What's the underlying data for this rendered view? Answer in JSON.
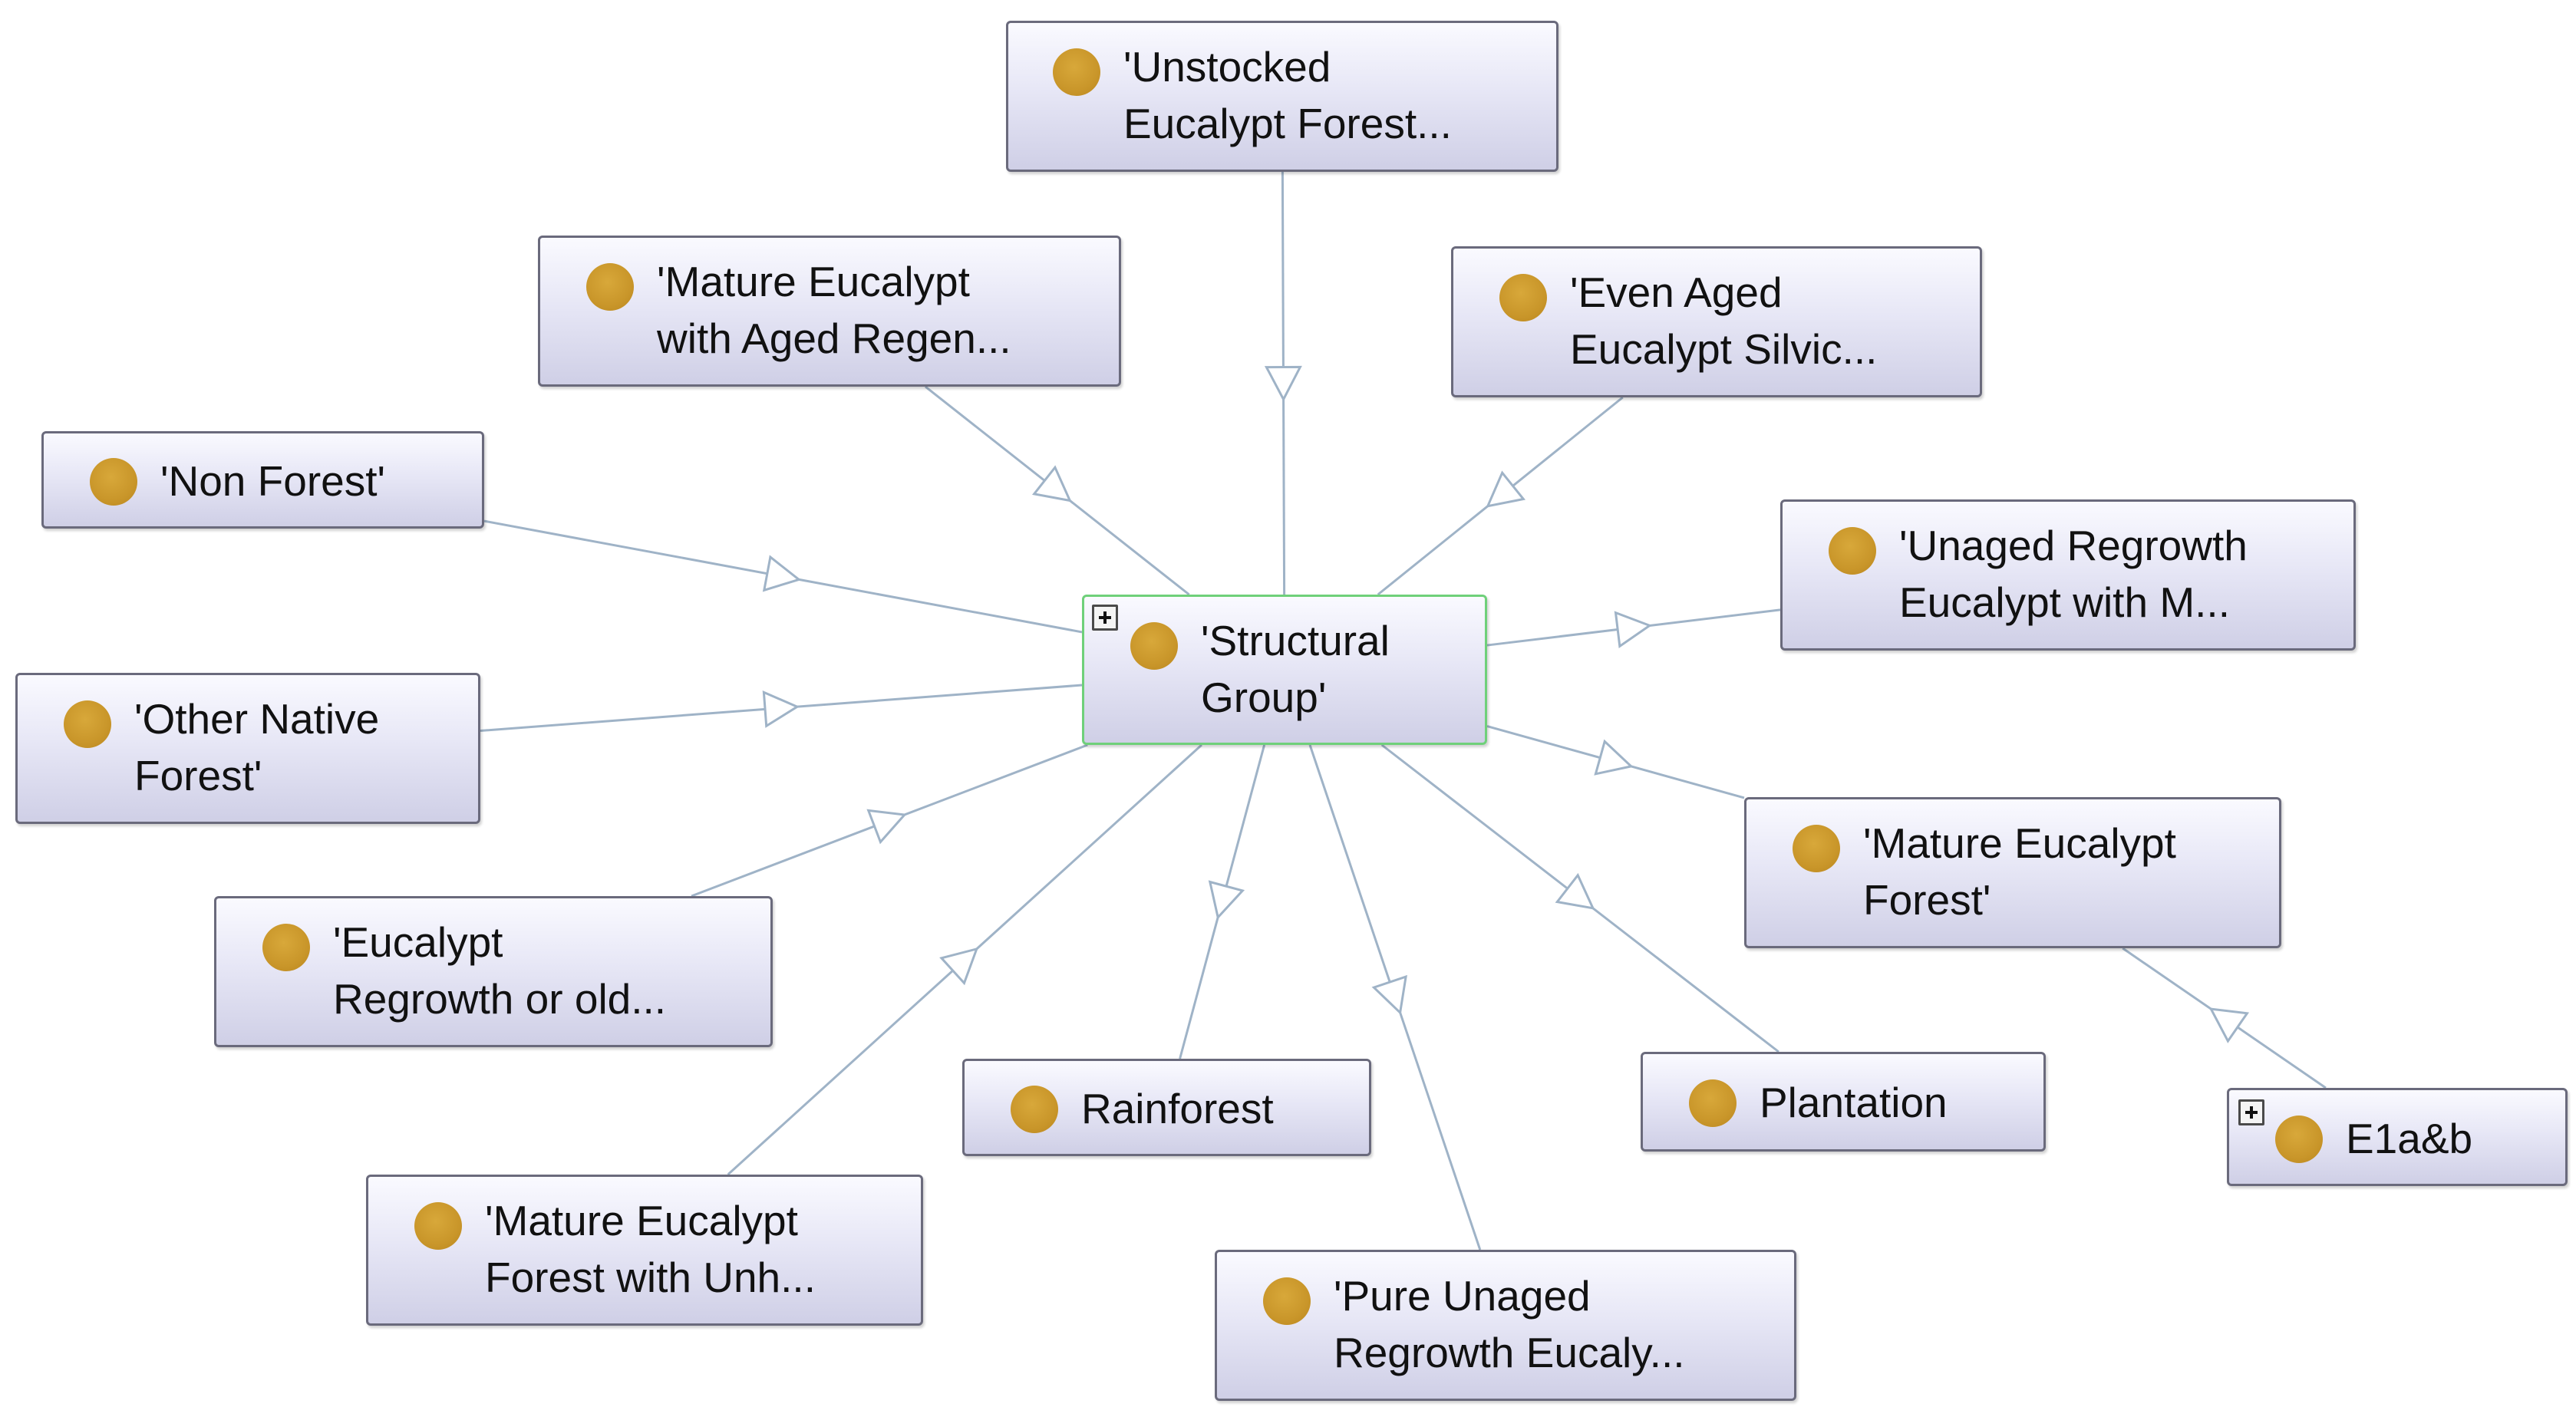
{
  "diagram": {
    "center": "structural-group",
    "colors": {
      "edge": "#9fb3c7",
      "node_border": "#6a6a7c",
      "focus_border": "#6fd07a",
      "class_dot": "#c9962a"
    },
    "nodes": [
      {
        "id": "structural-group",
        "lines": [
          "'Structural",
          "Group'"
        ],
        "focus": true,
        "expandable": true
      },
      {
        "id": "unstocked",
        "lines": [
          "'Unstocked",
          "Eucalypt Forest..."
        ]
      },
      {
        "id": "mature-aged-regen",
        "lines": [
          "'Mature Eucalypt",
          "with Aged Regen..."
        ]
      },
      {
        "id": "even-aged",
        "lines": [
          "'Even Aged",
          "Eucalypt Silvic..."
        ]
      },
      {
        "id": "non-forest",
        "lines": [
          "'Non Forest'"
        ]
      },
      {
        "id": "unaged-regrowth",
        "lines": [
          "'Unaged Regrowth",
          "Eucalypt with M..."
        ]
      },
      {
        "id": "other-native",
        "lines": [
          "'Other Native",
          "Forest'"
        ]
      },
      {
        "id": "mature-forest",
        "lines": [
          "'Mature Eucalypt",
          "Forest'"
        ]
      },
      {
        "id": "eucalypt-regrowth",
        "lines": [
          "'Eucalypt",
          "Regrowth or old..."
        ]
      },
      {
        "id": "rainforest",
        "lines": [
          "Rainforest"
        ]
      },
      {
        "id": "plantation",
        "lines": [
          "Plantation"
        ]
      },
      {
        "id": "e1ab",
        "lines": [
          "E1a&b"
        ],
        "expandable": true
      },
      {
        "id": "mature-unh",
        "lines": [
          "'Mature Eucalypt",
          "Forest with Unh..."
        ]
      },
      {
        "id": "pure-unaged",
        "lines": [
          "'Pure Unaged",
          "Regrowth Eucaly..."
        ]
      }
    ],
    "edges": [
      {
        "from": "unstocked",
        "to": "structural-group"
      },
      {
        "from": "mature-aged-regen",
        "to": "structural-group"
      },
      {
        "from": "even-aged",
        "to": "structural-group"
      },
      {
        "from": "non-forest",
        "to": "structural-group"
      },
      {
        "from": "other-native",
        "to": "structural-group"
      },
      {
        "from": "eucalypt-regrowth",
        "to": "structural-group"
      },
      {
        "from": "mature-unh",
        "to": "structural-group"
      },
      {
        "from": "structural-group",
        "to": "unaged-regrowth"
      },
      {
        "from": "structural-group",
        "to": "mature-forest"
      },
      {
        "from": "structural-group",
        "to": "rainforest"
      },
      {
        "from": "structural-group",
        "to": "plantation"
      },
      {
        "from": "structural-group",
        "to": "pure-unaged"
      },
      {
        "from": "e1ab",
        "to": "mature-forest"
      }
    ]
  }
}
